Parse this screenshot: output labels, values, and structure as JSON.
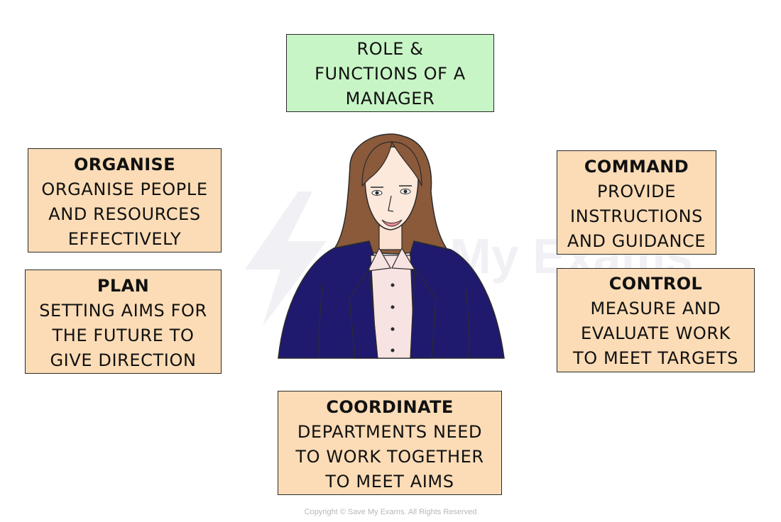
{
  "colors": {
    "title_fill": "#c8f5c6",
    "box_fill": "#fbdcb6",
    "jacket": "#1f1a6e",
    "hair": "#8a5a3b",
    "blouse": "#f7e3e1"
  },
  "title": {
    "lines": [
      "ROLE &",
      "FUNCTIONS OF A",
      "MANAGER"
    ]
  },
  "functions": {
    "organise": {
      "heading": "ORGANISE",
      "lines": [
        "ORGANISE PEOPLE",
        "AND RESOURCES",
        "EFFECTIVELY"
      ]
    },
    "plan": {
      "heading": "PLAN",
      "lines": [
        "SETTING AIMS FOR",
        "THE FUTURE TO",
        "GIVE DIRECTION"
      ]
    },
    "command": {
      "heading": "COMMAND",
      "lines": [
        "PROVIDE",
        "INSTRUCTIONS",
        "AND GUIDANCE"
      ]
    },
    "control": {
      "heading": "CONTROL",
      "lines": [
        "MEASURE AND",
        "EVALUATE WORK",
        "TO MEET TARGETS"
      ]
    },
    "coordinate": {
      "heading": "COORDINATE",
      "lines": [
        "DEPARTMENTS NEED",
        "TO WORK TOGETHER",
        "TO MEET AIMS"
      ]
    }
  },
  "figure": {
    "icon": "manager-illustration"
  },
  "watermark": {
    "text": "SaveMy Exams"
  },
  "footer": {
    "copyright": "Copyright © Save My Exams. All Rights Reserved"
  }
}
